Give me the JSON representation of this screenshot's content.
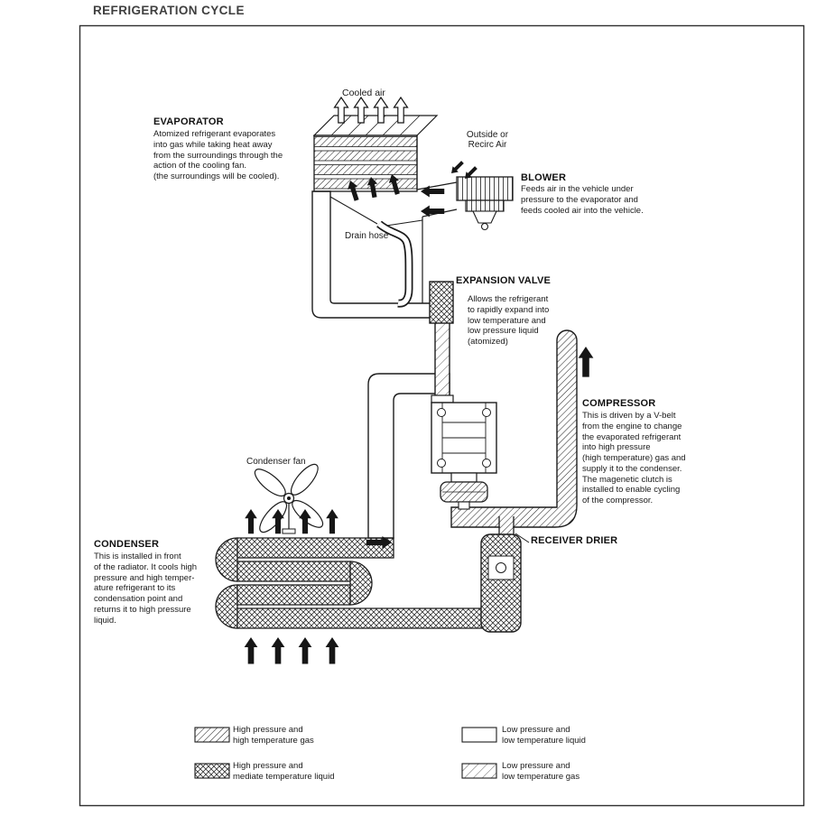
{
  "page": {
    "title": "REFRIGERATION CYCLE"
  },
  "labels": {
    "cooled_air": "Cooled air",
    "outside_air": "Outside or\nRecirc Air",
    "drain_hose": "Drain hose",
    "condenser_fan": "Condenser fan"
  },
  "evaporator": {
    "heading": "EVAPORATOR",
    "body": "Atomized refrigerant evaporates\ninto gas while taking heat away\nfrom the surroundings through the\naction of the cooling fan.\n(the surroundings will be cooled)."
  },
  "blower": {
    "heading": "BLOWER",
    "body": "Feeds air in the vehicle under\npressure to the evaporator and\nfeeds cooled air into the vehicle."
  },
  "expansion_valve": {
    "heading": "EXPANSION VALVE",
    "body": "Allows the refrigerant\nto rapidly expand into\nlow temperature and\nlow pressure liquid\n(atomized)"
  },
  "compressor": {
    "heading": "COMPRESSOR",
    "body": "This is driven by a V-belt\nfrom the engine to change\nthe evaporated refrigerant\ninto high pressure\n(high temperature) gas and\nsupply it to the condenser.\nThe magenetic clutch is\ninstalled to enable cycling\nof the compressor."
  },
  "condenser": {
    "heading": "CONDENSER",
    "body": "This is installed in front\nof the radiator. It cools high\npressure and high temper-\nature refrigerant to its\ncondensation point and\nreturns it to high pressure\nliquid."
  },
  "receiver_drier": {
    "heading": "RECEIVER DRIER"
  },
  "legend": {
    "items": [
      {
        "pattern": "dense-diagonal-hatch",
        "label": "High pressure and\nhigh temperature gas"
      },
      {
        "pattern": "cross-hatch",
        "label": "High pressure and\nmediate temperature liquid"
      },
      {
        "pattern": "plain-white",
        "label": "Low pressure and\nlow temperature liquid"
      },
      {
        "pattern": "light-diagonal-hatch",
        "label": "Low pressure and\nlow temperature gas"
      }
    ]
  },
  "colors": {
    "ink": "#1a1a1a",
    "paper": "#ffffff",
    "title_gray": "#3f3f3f"
  }
}
